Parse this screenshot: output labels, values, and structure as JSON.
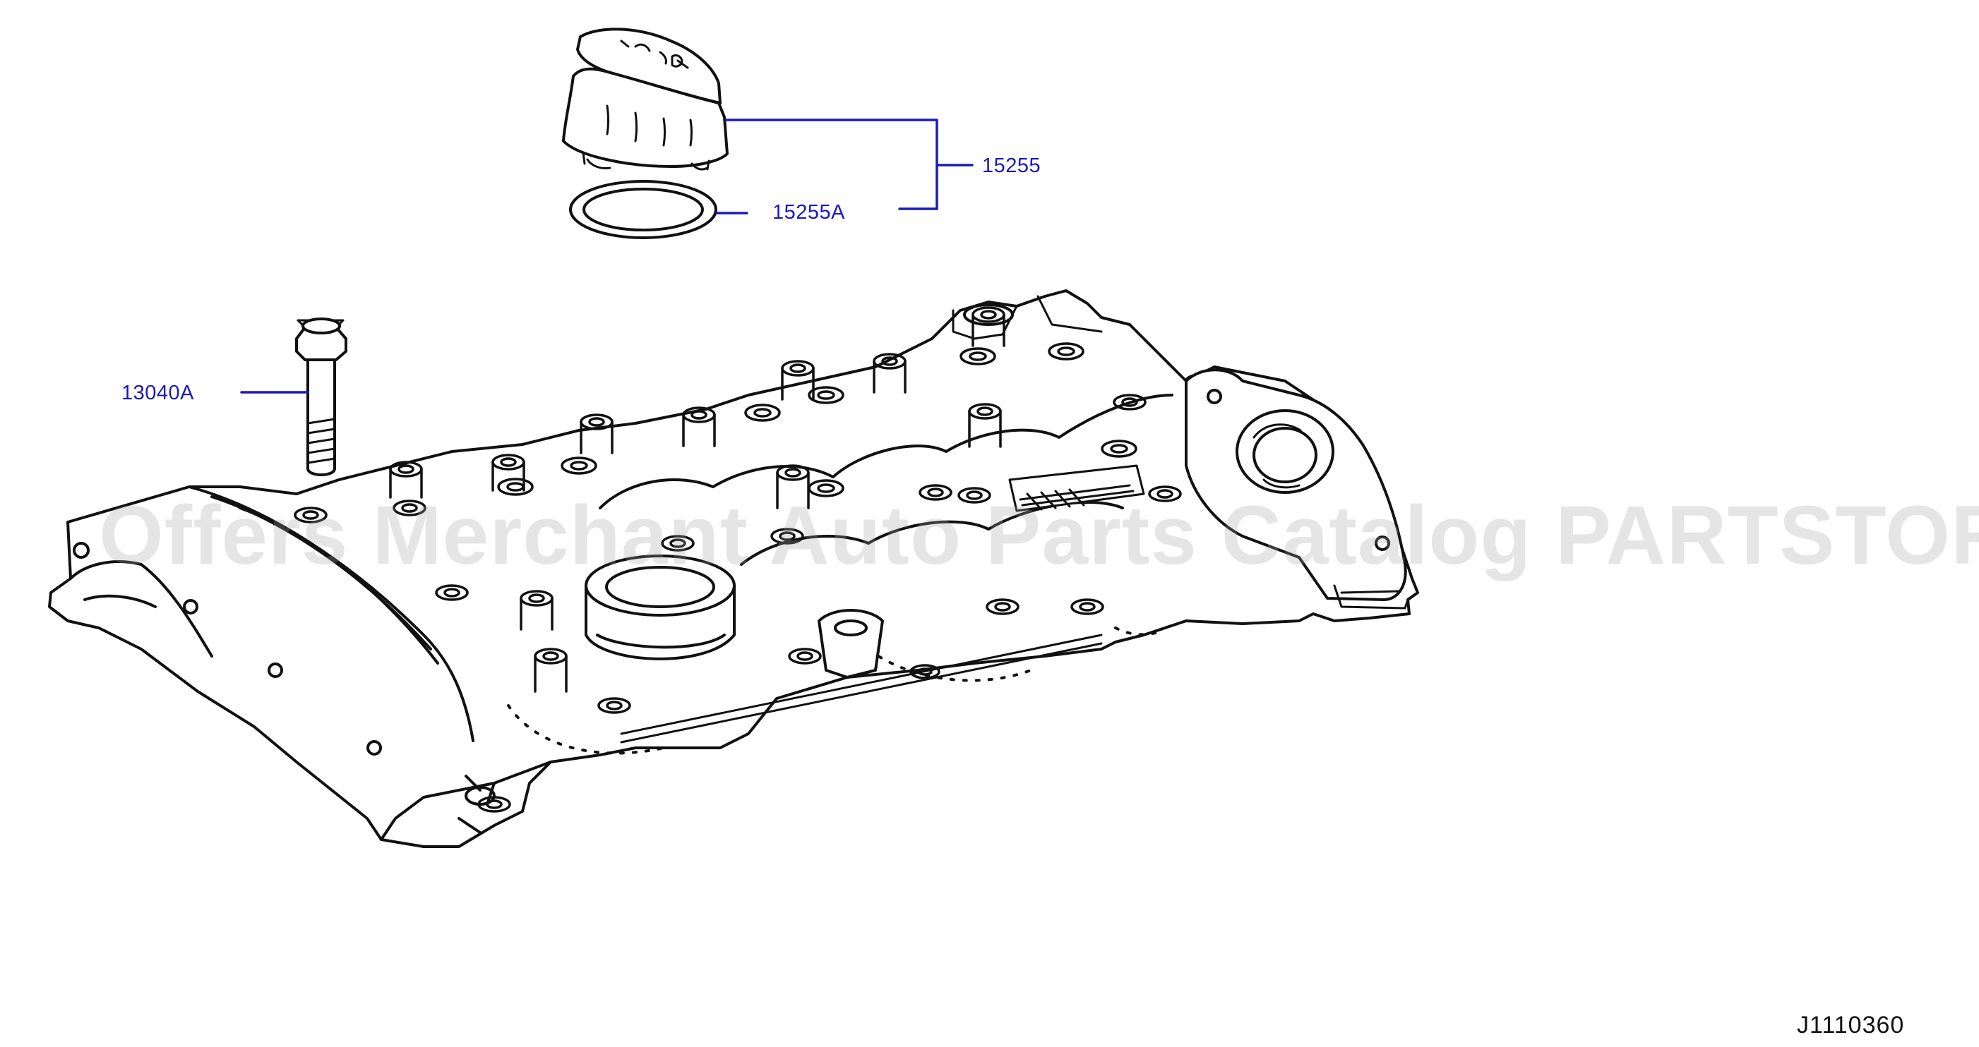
{
  "callouts": {
    "cap_assembly": "15255",
    "cap_gasket": "15255A",
    "bolt": "13040A"
  },
  "diagram_code": "J1110360",
  "watermark": "Offers Merchant Auto Parts Catalog PARTSTORE.SA",
  "colors": {
    "callout": "#1a1ab8",
    "line_art": "#111111",
    "watermark": "#a0a0a0"
  }
}
